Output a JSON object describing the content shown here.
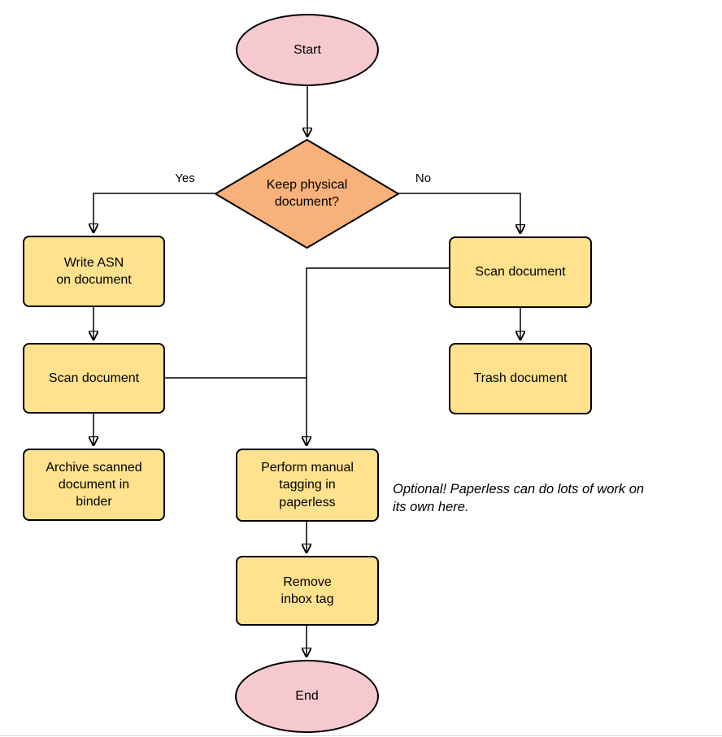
{
  "diagram": {
    "nodes": {
      "start": {
        "label": "Start"
      },
      "decision": {
        "label": "Keep physical\ndocument?"
      },
      "write_asn": {
        "label": "Write ASN\non document"
      },
      "scan_left": {
        "label": "Scan document"
      },
      "archive": {
        "label": "Archive scanned\ndocument in\nbinder"
      },
      "scan_right": {
        "label": "Scan document"
      },
      "trash": {
        "label": "Trash document"
      },
      "tagging": {
        "label": "Perform manual\ntagging in\npaperless"
      },
      "remove_inbox": {
        "label": "Remove\ninbox tag"
      },
      "end": {
        "label": "End"
      }
    },
    "edge_labels": {
      "yes": "Yes",
      "no": "No"
    },
    "annotation": "Optional! Paperless can do lots of work on\nits own here.",
    "colors": {
      "terminal_fill": "#F6C9CE",
      "decision_fill": "#F8B17A",
      "process_fill": "#FFE18E",
      "border": "#000000",
      "line": "#000000"
    }
  }
}
